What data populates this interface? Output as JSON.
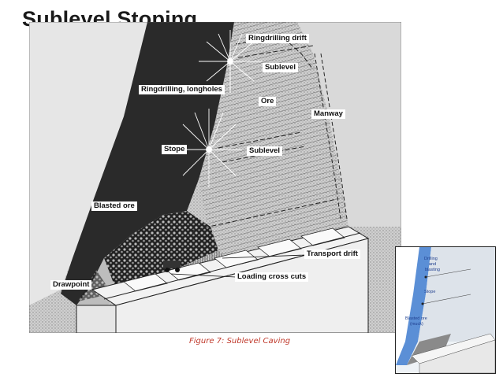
{
  "title": "Sublevel Stoping",
  "labels": {
    "ringdrilling_drift": "Ringdrilling drift",
    "sublevel_top": "Sublevel",
    "ore": "Ore",
    "manway": "Manway",
    "ringdrilling_longholes": "Ringdrilling, longholes",
    "stope": "Stope",
    "sublevel_mid": "Sublevel",
    "blasted_ore": "Blasted ore",
    "transport_drift": "Transport drift",
    "loading_cross_cuts": "Loading cross cuts",
    "drawpoint": "Drawpoint"
  },
  "caption": "Figure 7: Sublevel Caving",
  "inset": {
    "drilling_blasting_1": "Drilling",
    "drilling_blasting_2": "and",
    "drilling_blasting_3": "blasting",
    "stope": "Stope",
    "blasted_ore_1": "Blasted ore",
    "blasted_ore_2": "(muck)"
  },
  "colors": {
    "caption": "#c0392b",
    "inset_labels": "#1f3f8f"
  }
}
